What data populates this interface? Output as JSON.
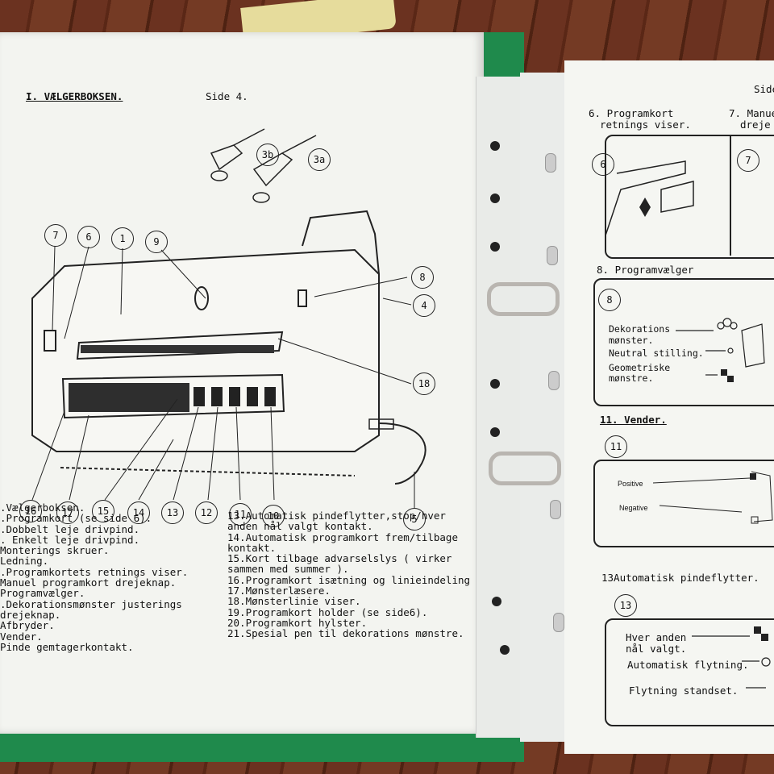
{
  "left_page": {
    "section_title": "I. VÆLGERBOKSEN.",
    "page_label": "Side 4.",
    "callouts": [
      "3b",
      "3a",
      "7",
      "6",
      "1",
      "9",
      "8",
      "4",
      "18",
      "16",
      "17",
      "15",
      "14",
      "13",
      "12",
      "11",
      "10",
      "5"
    ],
    "list_left": [
      ".Vælgerboksen.",
      ".Programkort (se side 6).",
      ".Dobbelt leje drivpind.",
      ". Enkelt leje drivpind.",
      " Monterings skruer.",
      " Ledning.",
      ".Programkortets retnings viser.",
      " Manuel programkort drejeknap.",
      " Programvælger.",
      ".Dekorationsmønster justerings",
      " drejeknap.",
      "Afbryder.",
      "Vender.",
      "Pinde gemtagerkontakt."
    ],
    "list_right": [
      "13.Automatisk pindeflytter,stop/hver",
      "anden nål valgt kontakt.",
      "14.Automatisk programkort frem/tilbage",
      "kontakt.",
      "15.Kort tilbage advarselslys ( virker",
      "sammen med summer ).",
      "16.Programkort isætning og linieindeling",
      "17.Mønsterlæsere.",
      "18.Mønsterlinie viser.",
      "19.Programkort holder (se side6).",
      "20.Programkort hylster.",
      "21.Spesial pen til dekorations mønstre."
    ]
  },
  "right_page": {
    "page_label": "Side",
    "s6_title_1": "6. Programkort",
    "s6_title_2": "retnings viser.",
    "s7_title_1": "7. Manue",
    "s7_title_2": "dreje",
    "n6": "6",
    "n7": "7",
    "s8_title": "8. Programvælger",
    "n8": "8",
    "s8_line1a": "Dekorations",
    "s8_line1b": "mønster.",
    "s8_line2": "Neutral stilling.",
    "s8_line3a": "Geometriske",
    "s8_line3b": "mønstre.",
    "s11_title": "11. Vender.",
    "n11": "11",
    "positive": "Positive",
    "negative": "Negative",
    "s13_title": "13Automatisk pindeflytter.",
    "n13": "13",
    "s13_line1a": "Hver anden",
    "s13_line1b": "nål valgt.",
    "s13_line2": "Automatisk flytning.",
    "s13_line3": "Flytning standset."
  }
}
